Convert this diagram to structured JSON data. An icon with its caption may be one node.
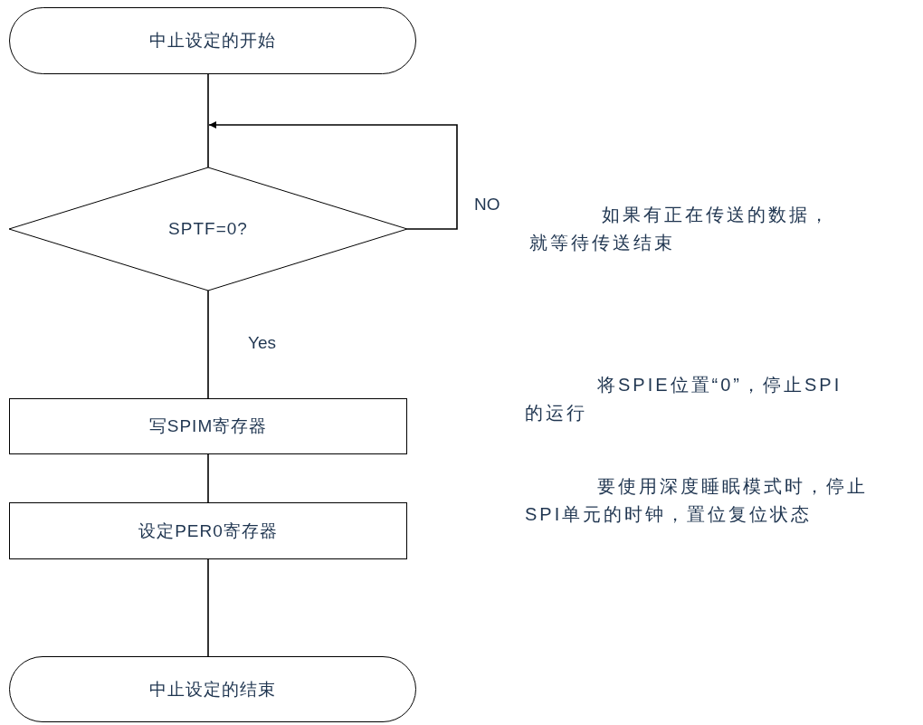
{
  "diagram": {
    "nodes": [
      {
        "text": [
          "中止设定的开始"
        ]
      },
      {
        "text": [
          "SPTF=0?"
        ]
      },
      {
        "text": [
          "写SPIM寄存器"
        ]
      },
      {
        "text": [
          "设定PER0寄存器"
        ]
      },
      {
        "text": [
          "中止设定的结束"
        ]
      }
    ],
    "edges": [
      {
        "from": 0,
        "to": 1,
        "arrow": "none"
      },
      {
        "from": 1,
        "to": 1,
        "arrow": "to",
        "label": "NO"
      },
      {
        "from": 1,
        "to": 2,
        "arrow": "none",
        "label": "Yes"
      },
      {
        "from": 2,
        "to": 3,
        "arrow": "none"
      },
      {
        "from": 3,
        "to": 4,
        "arrow": "none"
      }
    ],
    "labels": [
      "如果有正在传送的数据，就等待传送结束",
      "将SPIE位置“0”，停止SPI的运行",
      "要使用深度睡眠模式时，停止SPI单元的时钟，置位复位状态"
    ]
  }
}
